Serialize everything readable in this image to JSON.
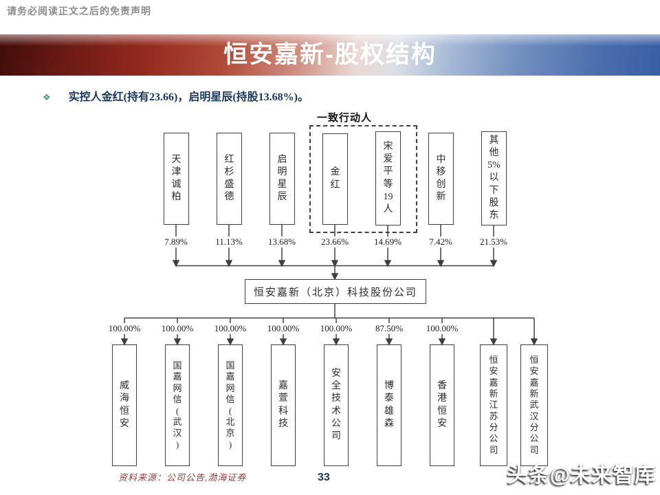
{
  "header": {
    "disclaimer": "请务必阅读正文之后的免责声明"
  },
  "banner": {
    "title": "恒安嘉新-股权结构",
    "gradient_left_color": "#6b1a14",
    "gradient_right_color": "#3a5ea5"
  },
  "summary": {
    "bullet_icon": "❖",
    "text": "实控人金红(持有23.66)，启明星辰(持股13.68%)。"
  },
  "diagram": {
    "group_label": "一致行动人",
    "company": "恒安嘉新（北京）科技股份公司",
    "shareholders": [
      {
        "name": "天津诚柏",
        "stack": "天\n津\n诚\n柏",
        "pct": "7.89%",
        "in_concert_group": false
      },
      {
        "name": "红杉盛德",
        "stack": "红\n杉\n盛\n德",
        "pct": "11.13%",
        "in_concert_group": false
      },
      {
        "name": "启明星辰",
        "stack": "启\n明\n星\n辰",
        "pct": "13.68%",
        "in_concert_group": false
      },
      {
        "name": "金红",
        "stack": "金\n红",
        "pct": "23.66%",
        "in_concert_group": true
      },
      {
        "name": "宋爱平等19人",
        "stack": "宋\n爱\n平\n等\n19\n人",
        "pct": "14.69%",
        "in_concert_group": true
      },
      {
        "name": "中移创新",
        "stack": "中\n移\n创\n新",
        "pct": "7.42%",
        "in_concert_group": false
      },
      {
        "name": "其他5%以下股东",
        "stack": "其\n他\n5%\n以\n下\n股\n东",
        "pct": "21.53%",
        "in_concert_group": false
      }
    ],
    "subsidiaries": [
      {
        "name": "威海恒安",
        "stack": "威\n海\n恒\n安",
        "pct": "100.00%"
      },
      {
        "name": "国嘉网信(武汉)",
        "stack": "国\n嘉\n网\n信\n(\n武\n汉\n)",
        "pct": "100.00%"
      },
      {
        "name": "国嘉网信(北京)",
        "stack": "国\n嘉\n网\n信\n(\n北\n京\n)",
        "pct": "100.00%"
      },
      {
        "name": "嘉萱科技",
        "stack": "嘉\n萱\n科\n技",
        "pct": "100.00%"
      },
      {
        "name": "安全技术公司",
        "stack": "安\n全\n技\n术\n公\n司",
        "pct": "100.00%"
      },
      {
        "name": "博泰雄森",
        "stack": "博\n泰\n雄\n森",
        "pct": "87.50%"
      },
      {
        "name": "香港恒安",
        "stack": "香\n港\n恒\n安",
        "pct": "100.00%"
      },
      {
        "name": "恒安嘉新江苏分公司",
        "stack": "恒\n安\n嘉\n新\n江\n苏\n分\n公\n司",
        "pct": ""
      },
      {
        "name": "恒安嘉新武汉分公司",
        "stack": "恒\n安\n嘉\n新\n武\n汉\n分\n公\n司",
        "pct": ""
      }
    ]
  },
  "footer": {
    "source_note": "资料来源：公司公告,渤海证券",
    "page_number": "33",
    "watermark": "头条@未来智库"
  }
}
